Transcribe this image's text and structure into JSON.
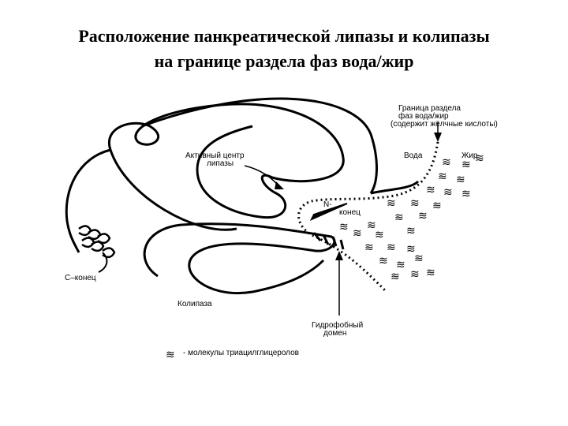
{
  "title": {
    "line1": "Расположение панкреатической липазы и колипазы",
    "line2": "на границе раздела фаз вода/жир"
  },
  "labels": {
    "interface_line1": "Граница раздела",
    "interface_line2": "фаз вода/жир",
    "interface_line3": "(содержит жёлчные кислоты)",
    "water": "Вода",
    "fat": "Жир",
    "active_site_line1": "Активный центр",
    "active_site_line2": "липазы",
    "n_end_line1": "N-",
    "n_end_line2": "конец",
    "c_end": "С–конец",
    "colipase": "Колипаза",
    "hydrophobic_line1": "Гидрофобный",
    "hydrophobic_line2": "домен",
    "legend_text": "- молекулы триацилглицеролов"
  },
  "icons": {
    "molecule": "≋"
  }
}
